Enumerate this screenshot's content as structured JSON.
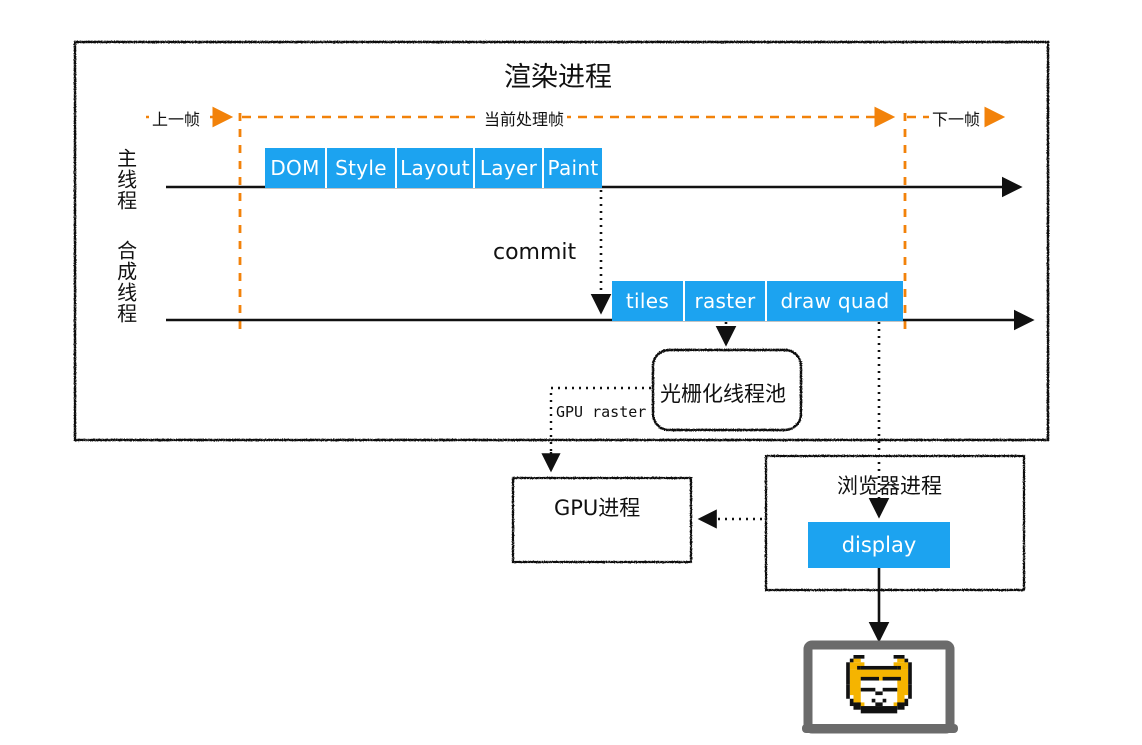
{
  "diagram": {
    "title": "渲染进程",
    "frame_markers": {
      "previous_frame": "上一帧",
      "current_frame": "当前处理帧",
      "next_frame": "下一帧"
    },
    "lanes": [
      {
        "name": "main-thread",
        "label": "主线程"
      },
      {
        "name": "compositor-thread",
        "label": "合成线程"
      }
    ],
    "main_thread_stages": [
      {
        "label": "DOM"
      },
      {
        "label": "Style"
      },
      {
        "label": "Layout"
      },
      {
        "label": "Layer"
      },
      {
        "label": "Paint"
      }
    ],
    "compositor_stages": [
      {
        "label": "tiles"
      },
      {
        "label": "raster"
      },
      {
        "label": "draw quad"
      }
    ],
    "commit_label": "commit",
    "raster_pool_label": "光栅化线程池",
    "gpu_raster_label": "GPU raster",
    "gpu_process_label": "GPU进程",
    "browser_process_label": "浏览器进程",
    "display_label": "display",
    "screen_icon": "doge-laptop-icon",
    "colors": {
      "accent_blue": "#1ca3f0",
      "frame_orange": "#f2820a",
      "ink": "#111111",
      "laptop_gray": "#6b6b6b",
      "doge_yellow": "#f5b400"
    }
  }
}
